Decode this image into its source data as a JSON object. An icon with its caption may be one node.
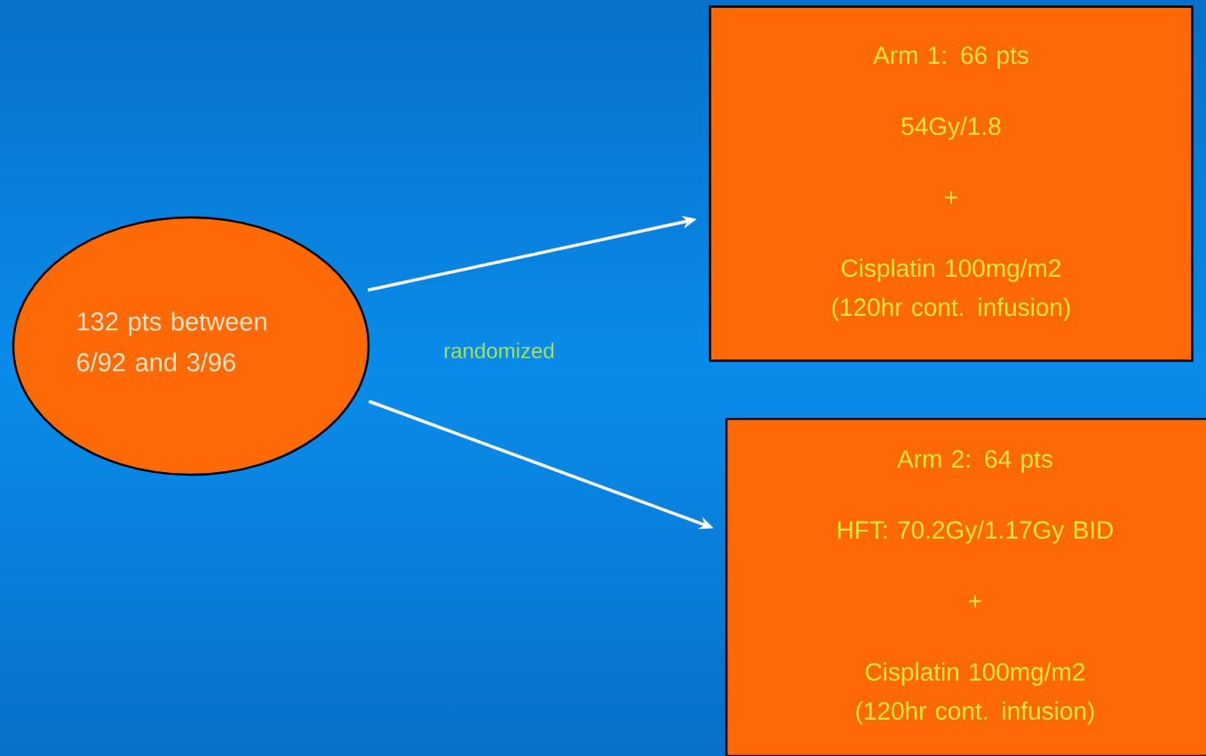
{
  "diagram": {
    "nodes": [
      {
        "text": [
          "132 pts between 6/92 and 3/96"
        ]
      },
      {
        "text": [
          "Arm 1: 66 pts",
          "54Gy/1.8",
          "+",
          "Cisplatin 100mg/m2 (120hr cont. infusion)"
        ]
      },
      {
        "text": [
          "Arm 2: 64 pts",
          "HFT: 70.2Gy/1.17Gy BID",
          "+",
          "Cisplatin 100mg/m2 (120hr cont. infusion)"
        ]
      }
    ],
    "edges": [
      {
        "from": 0,
        "to": 1,
        "arrow": "to"
      },
      {
        "from": 0,
        "to": 2,
        "arrow": "to"
      }
    ],
    "labels": [
      "randomized"
    ]
  }
}
